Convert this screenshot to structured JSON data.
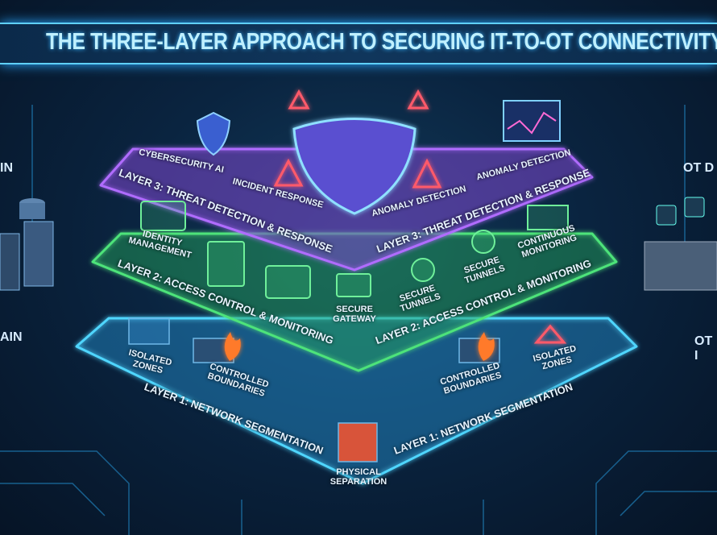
{
  "title": "THE THREE-LAYER APPROACH TO SECURING IT-TO-OT CONNECTIVITY",
  "side_labels": {
    "left_top": "IN",
    "left_bottom": "AIN",
    "right_top": "OT D",
    "right_bottom": "OT I"
  },
  "layer3": {
    "name": "LAYER 3: THREAT DETECTION & RESPONSE",
    "color": "#b06cff",
    "items": [
      "CYBERSECURITY AI",
      "INCIDENT RESPONSE",
      "ANOMALY DETECTION",
      "ANOMALY DETECTION"
    ]
  },
  "layer2": {
    "name": "LAYER 2: ACCESS CONTROL & MONITORING",
    "color": "#4de37a",
    "items": [
      "IDENTITY MANAGEMENT",
      "SECURE GATEWAY",
      "SECURE TUNNELS",
      "SECURE TUNNELS",
      "CONTINUOUS MONITORING"
    ]
  },
  "layer1": {
    "name": "LAYER 1: NETWORK SEGMENTATION",
    "color": "#4fd6ff",
    "items": [
      "ISOLATED ZONES",
      "CONTROLLED BOUNDARIES",
      "PHYSICAL SEPARATION",
      "CONTROLLED BOUNDARIES",
      "ISOLATED ZONES"
    ]
  },
  "icons": [
    "shield-icon",
    "warning-icon",
    "brain-icon",
    "chart-icon",
    "id-card-icon",
    "lock-icon",
    "magnifier-lock-icon",
    "firewall-icon",
    "flame-icon",
    "server-icon",
    "factory-icon"
  ]
}
